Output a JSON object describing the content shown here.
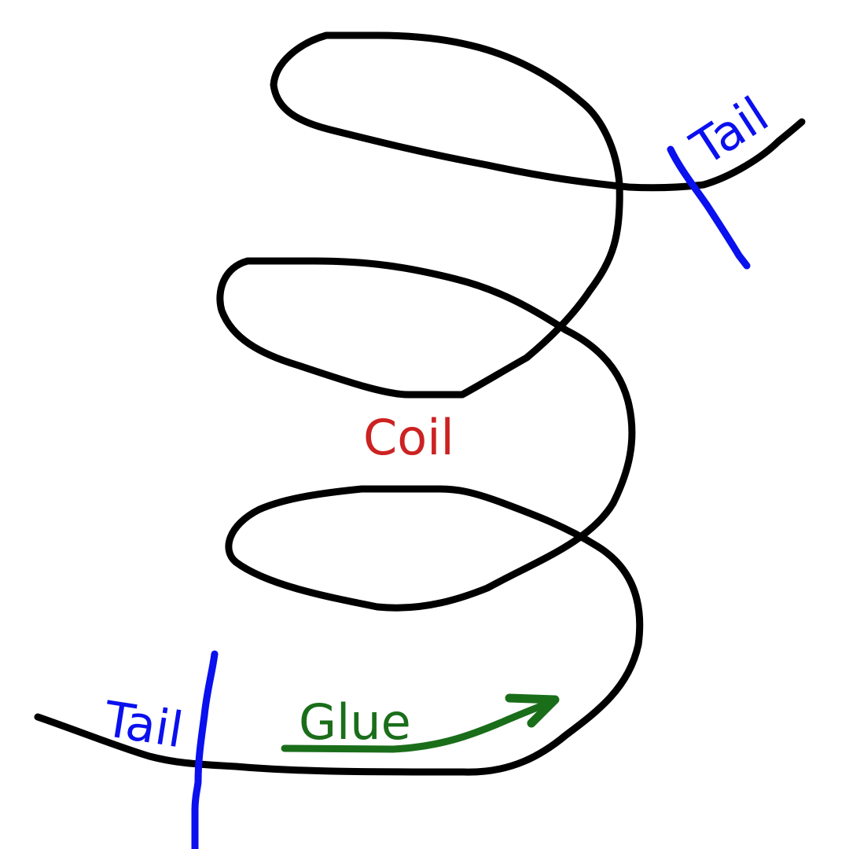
{
  "labels": {
    "coil": "Coil",
    "tail_top": "Tail",
    "tail_bottom": "Tail",
    "glue": "Glue"
  },
  "colors": {
    "coil_stroke": "#000000",
    "coil_label": "#cc2222",
    "tail": "#0a10ee",
    "glue": "#1a6e1a",
    "background": "#ffffff"
  }
}
